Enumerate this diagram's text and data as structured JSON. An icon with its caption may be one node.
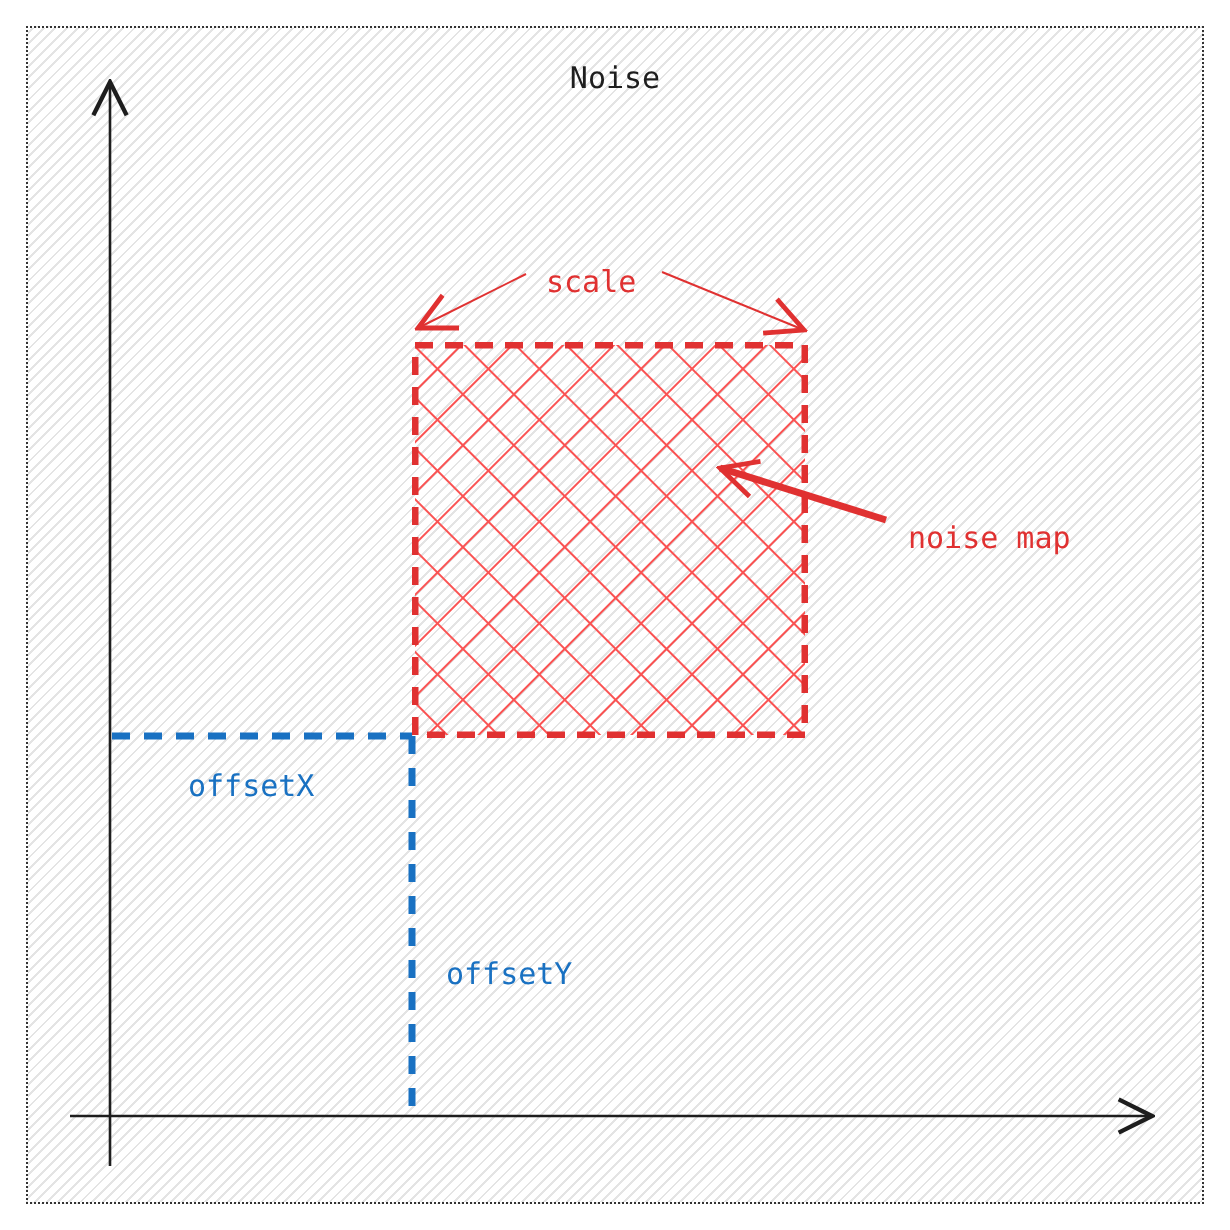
{
  "diagram": {
    "nodes": [
      {
        "text": [
          "Noise"
        ]
      },
      {
        "text": [],
        "shape": "box",
        "in": 0
      },
      {
        "text": [
          "noise map"
        ],
        "in": 0
      }
    ],
    "edges": [
      {
        "from": 2,
        "to": 1,
        "arrow": "to"
      }
    ],
    "labels": [
      "scale",
      "offsetX",
      "offsetY"
    ]
  }
}
